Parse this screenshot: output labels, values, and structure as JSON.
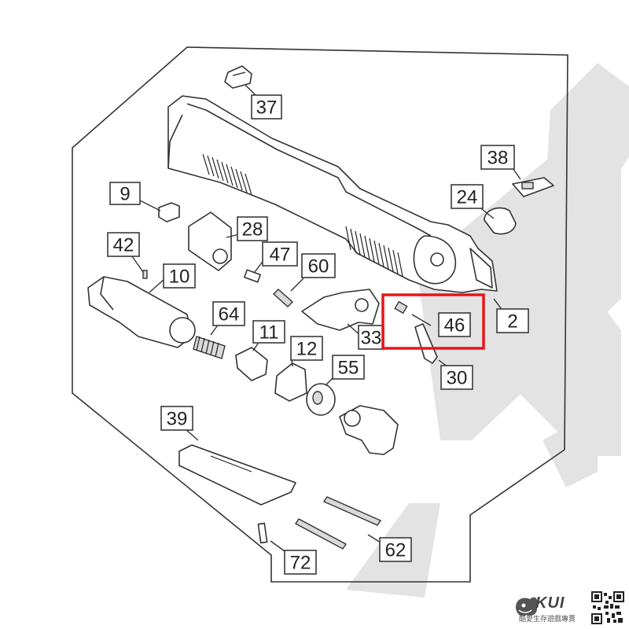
{
  "diagram": {
    "highlight_color": "#e8141c",
    "callouts": [
      {
        "id": "37",
        "label": "37"
      },
      {
        "id": "38",
        "label": "38"
      },
      {
        "id": "24",
        "label": "24"
      },
      {
        "id": "9",
        "label": "9"
      },
      {
        "id": "28",
        "label": "28"
      },
      {
        "id": "42",
        "label": "42"
      },
      {
        "id": "47",
        "label": "47"
      },
      {
        "id": "60",
        "label": "60"
      },
      {
        "id": "10",
        "label": "10"
      },
      {
        "id": "64",
        "label": "64"
      },
      {
        "id": "11",
        "label": "11"
      },
      {
        "id": "33",
        "label": "33"
      },
      {
        "id": "46",
        "label": "46"
      },
      {
        "id": "2",
        "label": "2"
      },
      {
        "id": "12",
        "label": "12"
      },
      {
        "id": "55",
        "label": "55"
      },
      {
        "id": "30",
        "label": "30"
      },
      {
        "id": "39",
        "label": "39"
      },
      {
        "id": "62",
        "label": "62"
      },
      {
        "id": "72",
        "label": "72"
      }
    ],
    "highlighted_part": "46"
  },
  "branding": {
    "logo_icon": "koala-logo-icon",
    "logo_name": "KUI",
    "tagline": "酷愛生存遊戲專賣",
    "qr_icon": "qr-code-icon"
  }
}
